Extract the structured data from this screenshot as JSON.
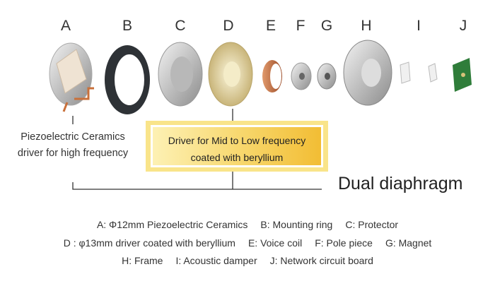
{
  "component_letters": [
    "A",
    "B",
    "C",
    "D",
    "E",
    "F",
    "G",
    "H",
    "I",
    "J"
  ],
  "high_freq_caption": [
    "Piezoelectric Ceramics",
    "driver for high frequency"
  ],
  "mid_low_box": [
    "Driver for Mid to Low frequency",
    "coated with beryllium"
  ],
  "dual_label": "Dual diaphragm",
  "legend_rows": [
    [
      "A: Φ12mm Piezoelectric Ceramics",
      "B: Mounting ring",
      "C: Protector"
    ],
    [
      "D : φ13mm driver coated with beryllium",
      "E: Voice coil",
      "F: Pole piece",
      "G: Magnet"
    ],
    [
      "H: Frame",
      "I: Acoustic damper",
      "J: Network circuit board"
    ]
  ],
  "colors": {
    "box_gold": "#f2bd34",
    "box_light": "#fdf1b4",
    "line": "#333333"
  }
}
